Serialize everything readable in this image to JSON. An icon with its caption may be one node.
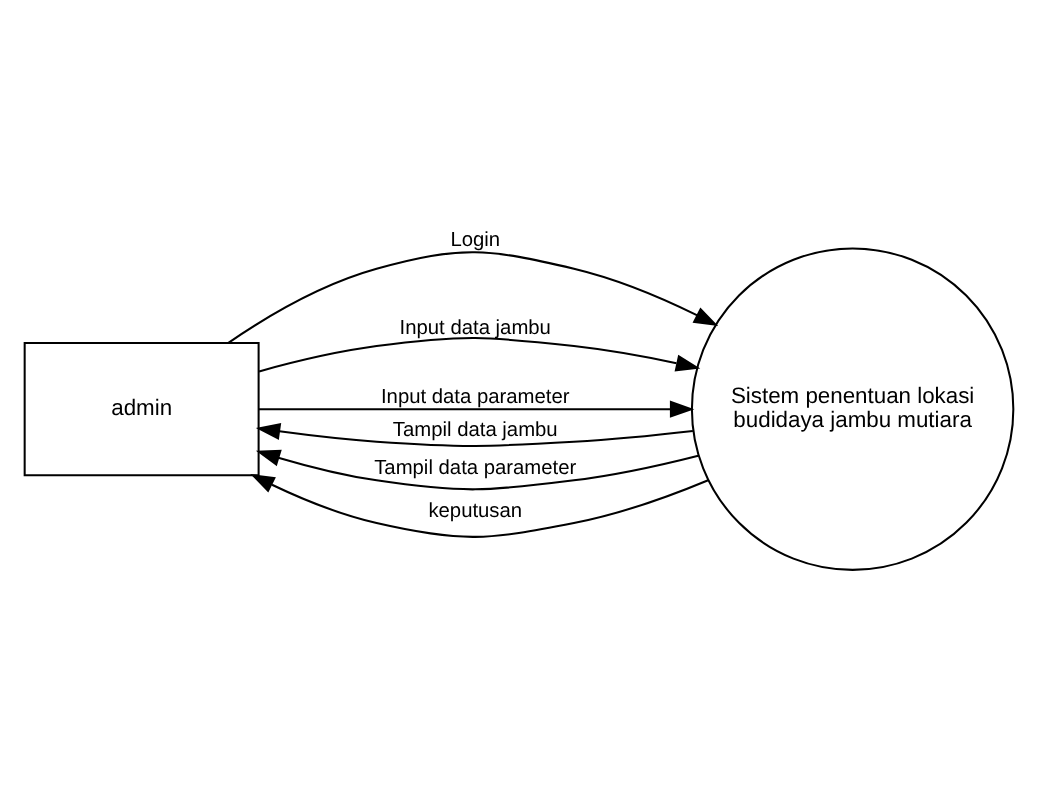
{
  "diagram": {
    "nodes": [
      {
        "text": [
          "admin"
        ]
      },
      {
        "text": [
          "Sistem penentuan lokasi budidaya jambu mutiara"
        ]
      }
    ],
    "edges": [
      {
        "from": 0,
        "to": 1,
        "arrow": "to",
        "label": "Login"
      },
      {
        "from": 0,
        "to": 1,
        "arrow": "to",
        "label": "Input data jambu"
      },
      {
        "from": 0,
        "to": 1,
        "arrow": "to",
        "label": "Input data parameter"
      },
      {
        "from": 1,
        "to": 0,
        "arrow": "to",
        "label": "Tampil data jambu"
      },
      {
        "from": 1,
        "to": 0,
        "arrow": "to",
        "label": "Tampil data parameter"
      },
      {
        "from": 1,
        "to": 0,
        "arrow": "to",
        "label": "keputusan"
      }
    ]
  }
}
